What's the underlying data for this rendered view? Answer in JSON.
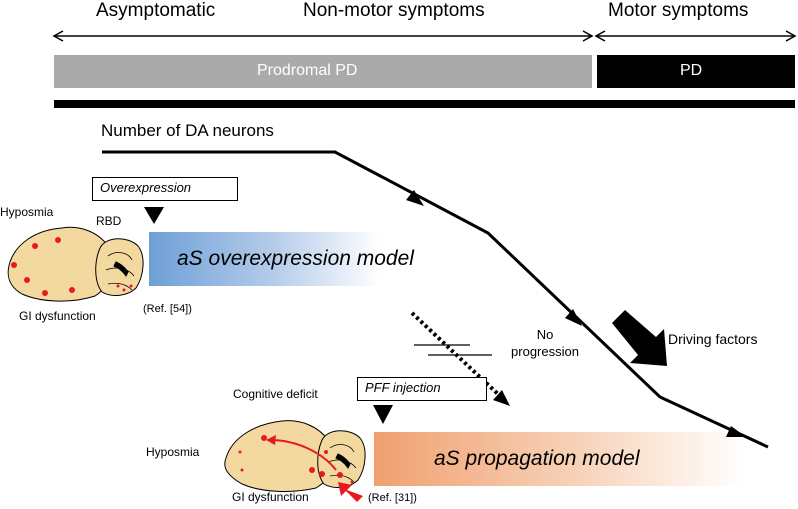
{
  "phases": {
    "asymptomatic": "Asymptomatic",
    "non_motor": "Non-motor symptoms",
    "motor": "Motor symptoms"
  },
  "bars": {
    "prodromal": "Prodromal PD",
    "pd": "PD"
  },
  "curve_title": "Number of DA neurons",
  "overexpression": {
    "box_label": "Overexpression",
    "model_label": "aS overexpression model",
    "ref": "(Ref. [54])",
    "symptoms": {
      "hyposmia": "Hyposmia",
      "rbd": "RBD",
      "gi": "GI dysfunction"
    }
  },
  "propagation": {
    "box_label": "PFF injection",
    "model_label": "aS propagation model",
    "ref": "(Ref. [31])",
    "symptoms": {
      "cognitive": "Cognitive deficit",
      "hyposmia": "Hyposmia",
      "gi": "GI dysfunction"
    }
  },
  "no_progression": "No progression",
  "driving_factors": "Driving factors",
  "colors": {
    "gray_bar": "#aaaaaa",
    "black_bar": "#000000",
    "brain_fill": "#f3d9a0",
    "dot": "#e8191f",
    "blue": "#6e9fd6",
    "orange": "#f0a070",
    "red_arrow": "#e8191f"
  },
  "icons": [
    "brain-icon-overexpression",
    "brain-icon-propagation",
    "thick-arrow-icon",
    "red-injection-arrow-icon"
  ]
}
